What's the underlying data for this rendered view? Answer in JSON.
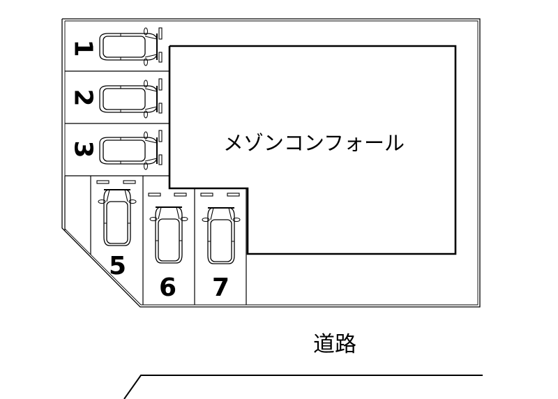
{
  "building": {
    "name": "メゾンコンフォール"
  },
  "road": {
    "label": "道路"
  },
  "parking": {
    "spaces": [
      {
        "number": "1",
        "orientation": "horizontal"
      },
      {
        "number": "2",
        "orientation": "horizontal"
      },
      {
        "number": "3",
        "orientation": "horizontal"
      },
      {
        "number": "5",
        "orientation": "vertical"
      },
      {
        "number": "6",
        "orientation": "vertical"
      },
      {
        "number": "7",
        "orientation": "vertical"
      }
    ]
  },
  "colors": {
    "line": "#000000",
    "background": "#ffffff"
  }
}
